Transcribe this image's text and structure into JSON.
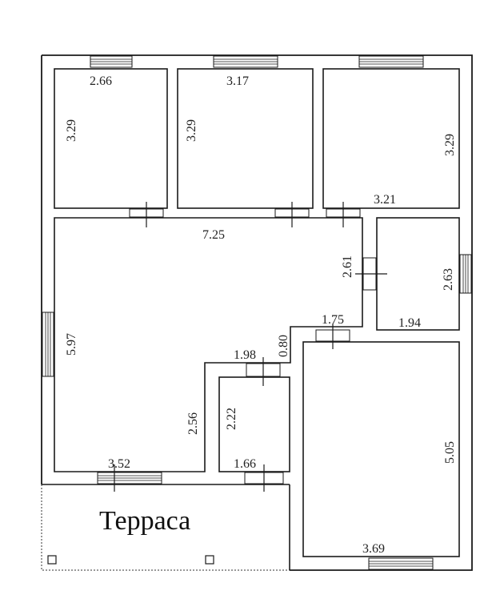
{
  "plan": {
    "terrace_label": "Терраса",
    "dimensions": {
      "room1_width": "2.66",
      "room1_height": "3.29",
      "room2_width": "3.17",
      "room2_height": "3.29",
      "room3_height": "3.29",
      "room3_width": "3.21",
      "living_width": "7.25",
      "living_height": "5.97",
      "passage_width": "2.61",
      "small_room_height": "2.63",
      "small_room_width": "1.94",
      "hall_step_width": "1.75",
      "hall_step_height": "0.80",
      "hall_width": "1.98",
      "living_lower_height": "2.56",
      "living_bottom_width": "3.52",
      "bath_height": "2.22",
      "bath_width": "1.66",
      "big_room_height": "5.05",
      "big_room_width": "3.69"
    }
  }
}
